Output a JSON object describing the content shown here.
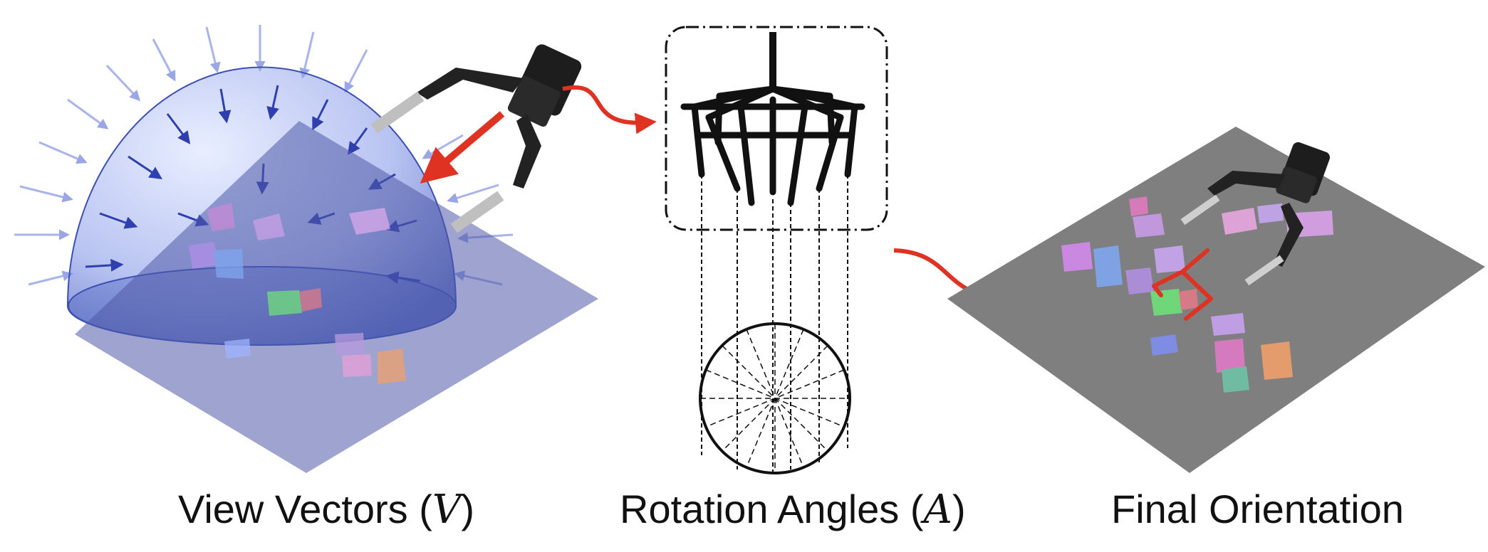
{
  "captions": {
    "view_prefix": "View Vectors (",
    "view_symbol": "V",
    "view_suffix": ")",
    "rotation_prefix": "Rotation Angles (",
    "rotation_symbol": "A",
    "rotation_suffix": ")",
    "final": "Final Orientation"
  },
  "colors": {
    "dome": "#5b73d6",
    "plane": "#4e5aa8",
    "gray_plane": "#7f7f7f",
    "red_arrow": "#e03222",
    "sketch": "#111111"
  },
  "icons": {
    "gripper": "robot-gripper-icon",
    "hemisphere": "view-hemisphere-icon",
    "rotation_sketch": "rotation-sketch-icon"
  }
}
